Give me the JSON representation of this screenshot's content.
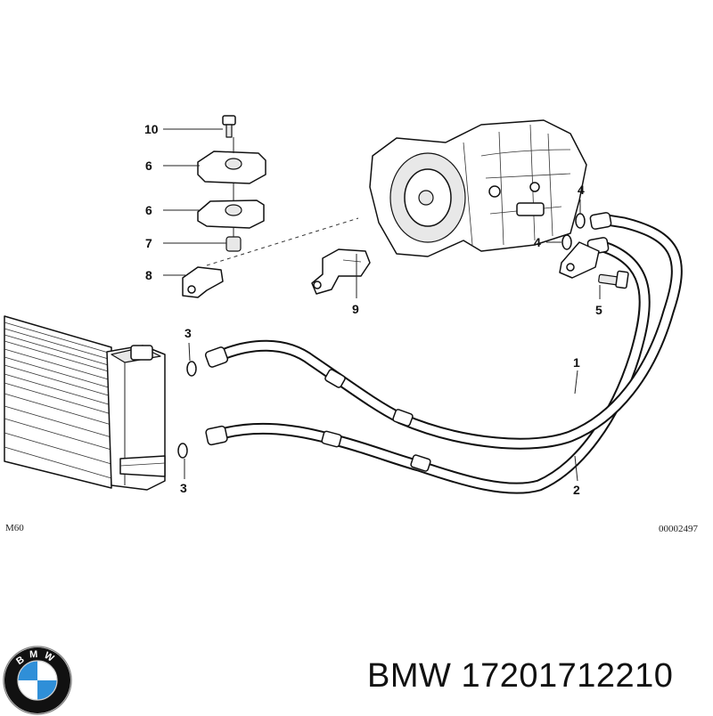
{
  "callouts": {
    "c10": "10",
    "c6a": "6",
    "c6b": "6",
    "c7": "7",
    "c8": "8",
    "c9": "9",
    "c4a": "4",
    "c4b": "4",
    "c5": "5",
    "c3a": "3",
    "c3b": "3",
    "c1": "1",
    "c2": "2"
  },
  "model_code": "M60",
  "diagram_number": "00002497",
  "brand": {
    "name": "BMW",
    "part_number": "17201712210",
    "logo_letters": "BMW",
    "colors": {
      "blue": "#2f8fd8",
      "ring": "#111111",
      "white": "#ffffff"
    }
  }
}
